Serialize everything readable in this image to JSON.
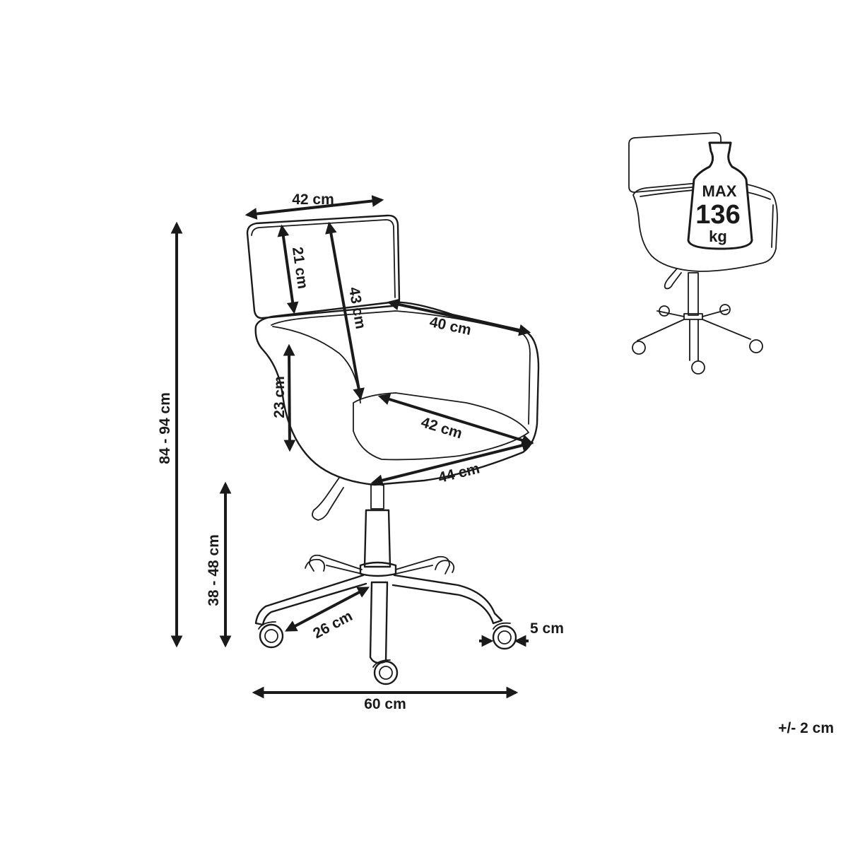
{
  "dimensions": {
    "backrest_width": "42 cm",
    "backrest_height": "21 cm",
    "back_to_seat": "43 cm",
    "armrest_length": "40 cm",
    "arm_height": "23 cm",
    "seat_depth": "42 cm",
    "seat_width": "44 cm",
    "total_height": "84 - 94 cm",
    "seat_height": "38 - 48 cm",
    "leg_length": "26 cm",
    "wheel_size": "5 cm",
    "base_width": "60 cm",
    "tolerance": "+/- 2 cm"
  },
  "weight_badge": {
    "max_label": "MAX",
    "value": "136",
    "unit": "kg"
  },
  "colors": {
    "line": "#1a1a1a",
    "background": "#ffffff"
  }
}
